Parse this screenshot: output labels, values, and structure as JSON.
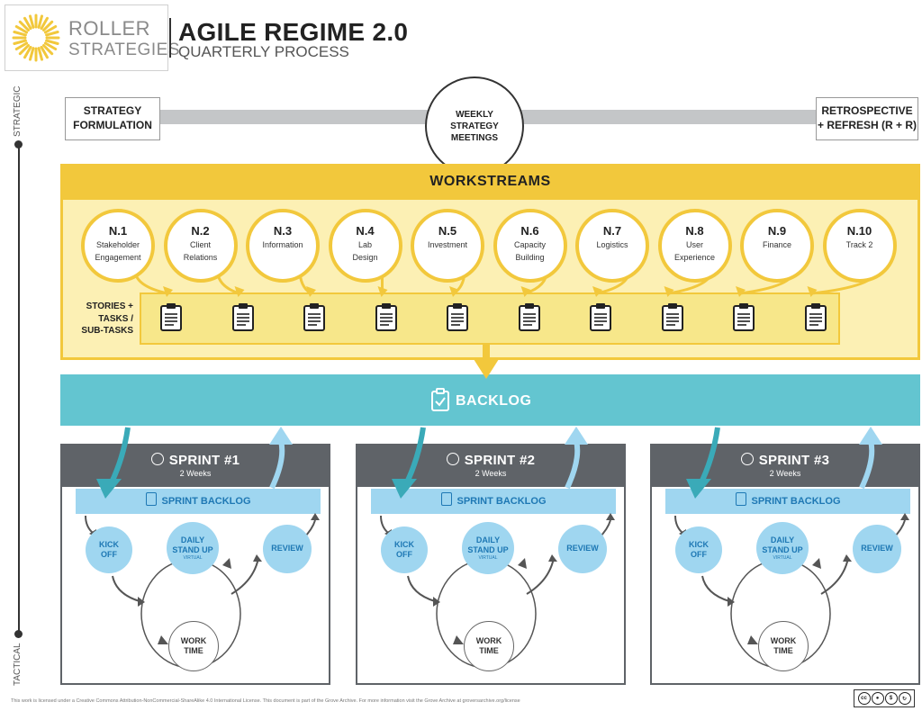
{
  "brand": {
    "line1": "ROLLER",
    "line2": "STRATEGIES"
  },
  "title": "AGILE REGIME 2.0",
  "subtitle": "QUARTERLY PROCESS",
  "axis": {
    "top": "STRATEGIC",
    "bottom": "TACTICAL"
  },
  "strategic": {
    "left_line1": "STRATEGY",
    "left_line2": "FORMULATION",
    "center_line1": "WEEKLY",
    "center_line2": "STRATEGY",
    "center_line3": "MEETINGS",
    "right_line1": "RETROSPECTIVE",
    "right_line2": "+ REFRESH (R + R)"
  },
  "workstreams": {
    "title": "WORKSTREAMS",
    "items": [
      {
        "code": "N.1",
        "name1": "Stakeholder",
        "name2": "Engagement"
      },
      {
        "code": "N.2",
        "name1": "Client",
        "name2": "Relations"
      },
      {
        "code": "N.3",
        "name1": "Information",
        "name2": ""
      },
      {
        "code": "N.4",
        "name1": "Lab",
        "name2": "Design"
      },
      {
        "code": "N.5",
        "name1": "Investment",
        "name2": ""
      },
      {
        "code": "N.6",
        "name1": "Capacity",
        "name2": "Building"
      },
      {
        "code": "N.7",
        "name1": "Logistics",
        "name2": ""
      },
      {
        "code": "N.8",
        "name1": "User",
        "name2": "Experience"
      },
      {
        "code": "N.9",
        "name1": "Finance",
        "name2": ""
      },
      {
        "code": "N.10",
        "name1": "Track 2",
        "name2": ""
      }
    ]
  },
  "stories": {
    "line1": "STORIES +",
    "line2": "TASKS /",
    "line3": "SUB-TASKS"
  },
  "backlog": "BACKLOG",
  "sprints": [
    {
      "title": "SPRINT #1",
      "duration": "2 Weeks",
      "backlog": "SPRINT BACKLOG"
    },
    {
      "title": "SPRINT #2",
      "duration": "2 Weeks",
      "backlog": "SPRINT BACKLOG"
    },
    {
      "title": "SPRINT #3",
      "duration": "2 Weeks",
      "backlog": "SPRINT BACKLOG"
    }
  ],
  "stages": {
    "kickoff1": "KICK",
    "kickoff2": "OFF",
    "standup1": "DAILY",
    "standup2": "STAND UP",
    "standup3": "VIRTUAL",
    "review": "REVIEW",
    "work1": "WORK",
    "work2": "TIME"
  },
  "footer": "This work is licensed under a Creative Commons Attribution-NonCommercial-ShareAlike 4.0 International License. This document is part of the Grove Archive. For more information visit the Grove Archive at groversarchive.org/license",
  "cc_icons": [
    "cc-icon",
    "by-icon",
    "nc-icon",
    "sa-icon"
  ],
  "colors": {
    "yellow": "#f2c83c",
    "teal": "#63c5d0",
    "sprint_gray": "#5f6368",
    "light_blue": "#9fd6f0"
  }
}
